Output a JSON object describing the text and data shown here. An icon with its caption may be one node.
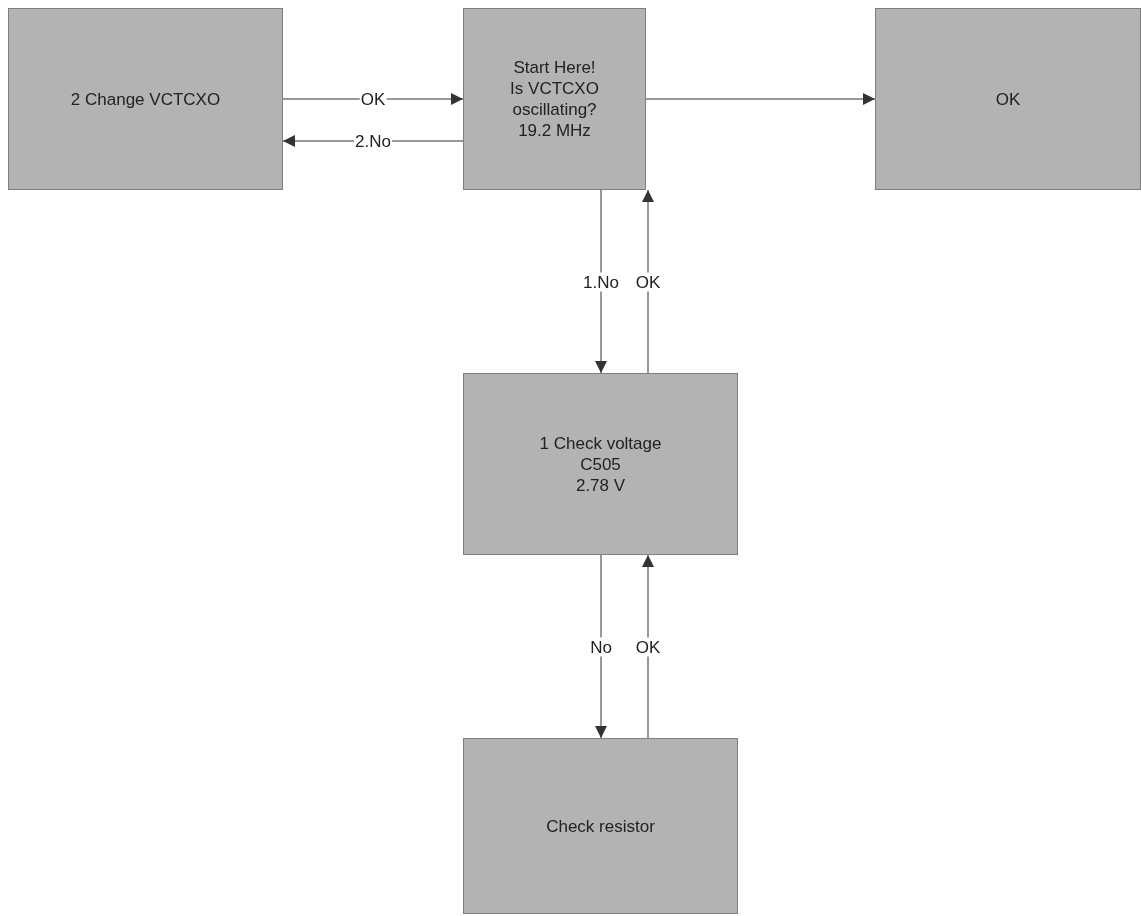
{
  "diagram": {
    "nodes": [
      {
        "text": [
          "2 Change VCTCXO"
        ]
      },
      {
        "text": [
          "Start Here!",
          "Is VCTCXO oscillating?",
          "19.2 MHz"
        ]
      },
      {
        "text": [
          "OK"
        ]
      },
      {
        "text": [
          "1 Check voltage",
          "C505",
          "2.78 V"
        ]
      },
      {
        "text": [
          "Check resistor"
        ]
      }
    ],
    "edges": [
      {
        "from": 0,
        "to": 1,
        "arrow": "to",
        "label": "OK"
      },
      {
        "from": 1,
        "to": 0,
        "arrow": "to",
        "label": "2.No"
      },
      {
        "from": 1,
        "to": 2,
        "arrow": "to"
      },
      {
        "from": 1,
        "to": 3,
        "arrow": "to",
        "label": "1.No"
      },
      {
        "from": 3,
        "to": 1,
        "arrow": "to",
        "label": "OK"
      },
      {
        "from": 3,
        "to": 4,
        "arrow": "to",
        "label": "No"
      },
      {
        "from": 4,
        "to": 3,
        "arrow": "to",
        "label": "OK"
      }
    ]
  }
}
